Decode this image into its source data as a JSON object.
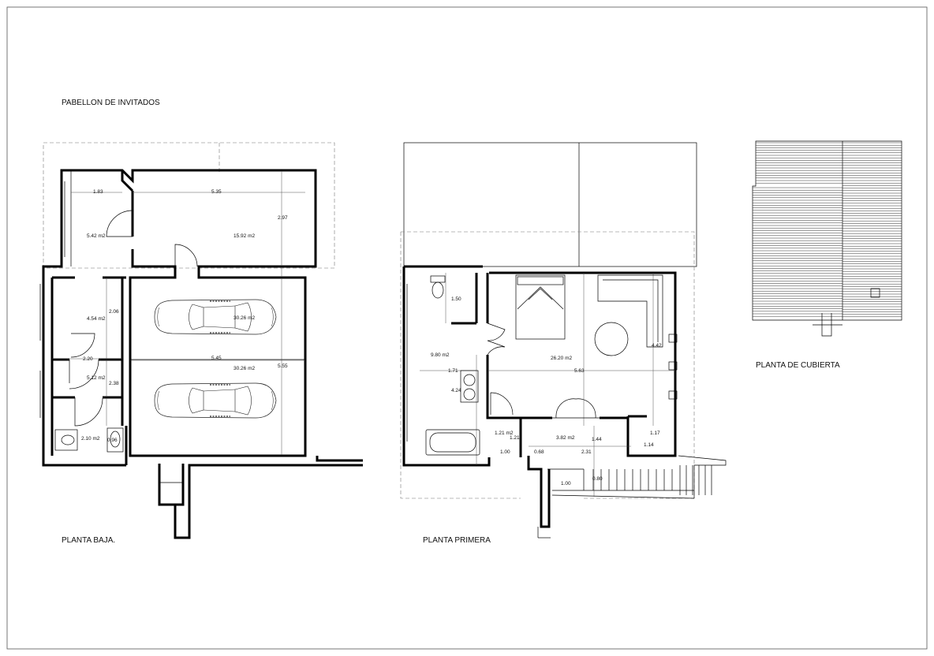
{
  "sheet": {
    "title": "PABELLON DE INVITADOS"
  },
  "plans": {
    "ground": {
      "label": "PLANTA BAJA.",
      "dims": [
        "1.83",
        "5.35",
        "2.97",
        "5.42 m2",
        "15.92 m2",
        "2.06",
        "4.54 m2",
        "30.26 m2",
        "2.20",
        "5.45",
        "30.26 m2",
        "5.55",
        "5.12 m2",
        "2.38",
        "2.10 m2",
        "0.96"
      ]
    },
    "first": {
      "label": "PLANTA PRIMERA",
      "dims": [
        "1.50",
        "9.80 m2",
        "1.71",
        "26.20 m2",
        "5.63",
        "4.42",
        "4.24",
        "1.21 m2",
        "1.21",
        "3.82 m2",
        "1.44",
        "1.17",
        "1.14",
        "1.00",
        "0.68",
        "2.31",
        "1.00",
        "0.80"
      ]
    },
    "roof": {
      "label": "PLANTA DE CUBIERTA"
    }
  }
}
